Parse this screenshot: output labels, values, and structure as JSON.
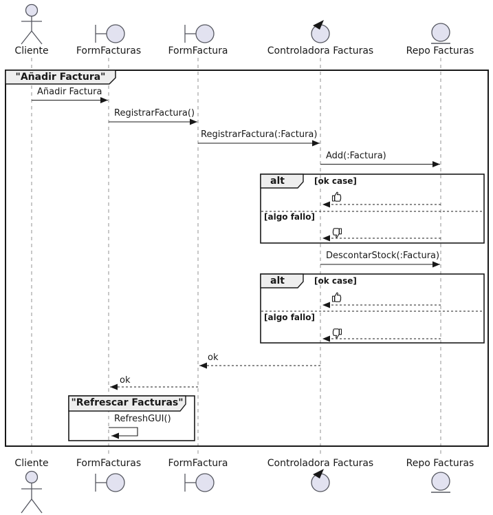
{
  "title_frame": {
    "label": "\"Añadir Factura\""
  },
  "inner_frame": {
    "label": "\"Refrescar Facturas\""
  },
  "participants": [
    {
      "name": "Cliente",
      "type": "actor"
    },
    {
      "name": "FormFacturas",
      "type": "boundary"
    },
    {
      "name": "FormFactura",
      "type": "boundary"
    },
    {
      "name": "Controladora Facturas",
      "type": "control"
    },
    {
      "name": "Repo Facturas",
      "type": "entity"
    }
  ],
  "messages": [
    {
      "label": "Añadir Factura",
      "from": "Cliente",
      "to": "FormFacturas",
      "style": "sync"
    },
    {
      "label": "RegistrarFactura()",
      "from": "FormFacturas",
      "to": "FormFactura",
      "style": "sync"
    },
    {
      "label": "RegistrarFactura(:Factura)",
      "from": "FormFactura",
      "to": "Controladora Facturas",
      "style": "sync"
    },
    {
      "label": "Add(:Factura)",
      "from": "Controladora Facturas",
      "to": "Repo Facturas",
      "style": "sync"
    },
    {
      "label": "DescontarStock(:Factura)",
      "from": "Controladora Facturas",
      "to": "Repo Facturas",
      "style": "sync"
    },
    {
      "label": "ok",
      "from": "Controladora Facturas",
      "to": "FormFactura",
      "style": "return"
    },
    {
      "label": "ok",
      "from": "FormFactura",
      "to": "FormFacturas",
      "style": "return"
    },
    {
      "label": "RefreshGUI()",
      "from": "FormFacturas",
      "to": "FormFacturas",
      "style": "self"
    }
  ],
  "alt_frames": [
    {
      "operator": "alt",
      "sections": [
        {
          "guard": "[ok case]",
          "icon": "thumbs-up",
          "reply_from": "Repo Facturas",
          "reply_to": "Controladora Facturas"
        },
        {
          "guard": "[algo fallo]",
          "icon": "thumbs-down",
          "reply_from": "Repo Facturas",
          "reply_to": "Controladora Facturas"
        }
      ]
    },
    {
      "operator": "alt",
      "sections": [
        {
          "guard": "[ok case]",
          "icon": "thumbs-up",
          "reply_from": "Repo Facturas",
          "reply_to": "Controladora Facturas"
        },
        {
          "guard": "[algo fallo]",
          "icon": "thumbs-down",
          "reply_from": "Repo Facturas",
          "reply_to": "Controladora Facturas"
        }
      ]
    }
  ],
  "colors": {
    "participant_fill": "#E2E2F0",
    "participant_border": "#54565F",
    "frame_tab_fill": "#EEEEEE",
    "line": "#181818",
    "lifeline": "#909090",
    "background": "#FFFFFF"
  }
}
